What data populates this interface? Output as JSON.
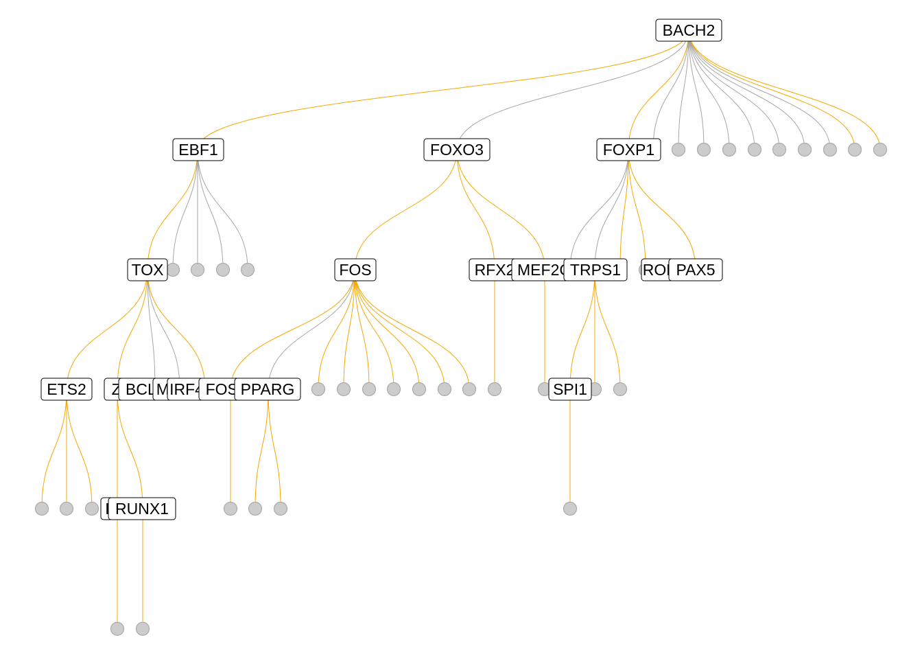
{
  "colors": {
    "edge_regulation": "#f5a800",
    "edge_other": "#a6a6a6",
    "node_fill": "#cccccc",
    "node_stroke": "#aaaaaa"
  },
  "nodes": [
    {
      "id": "BACH2",
      "label": "BACH2"
    },
    {
      "id": "EBF1",
      "label": "EBF1"
    },
    {
      "id": "FOXO3",
      "label": "FOXO3"
    },
    {
      "id": "FOXP1",
      "label": "FOXP1"
    },
    {
      "id": "b1"
    },
    {
      "id": "b2"
    },
    {
      "id": "b3"
    },
    {
      "id": "b4"
    },
    {
      "id": "b5"
    },
    {
      "id": "b6"
    },
    {
      "id": "b7"
    },
    {
      "id": "b8"
    },
    {
      "id": "b9"
    },
    {
      "id": "b10"
    },
    {
      "id": "TOX",
      "label": "TOX"
    },
    {
      "id": "e1"
    },
    {
      "id": "e2"
    },
    {
      "id": "e3"
    },
    {
      "id": "e4"
    },
    {
      "id": "FOS",
      "label": "FOS"
    },
    {
      "id": "RFX2",
      "label": "RFX2"
    },
    {
      "id": "MEF2C",
      "label": "MEF2C"
    },
    {
      "id": "p1"
    },
    {
      "id": "TRPS1",
      "label": "TRPS1"
    },
    {
      "id": "p2"
    },
    {
      "id": "RORA",
      "label": "RORA"
    },
    {
      "id": "PAX5",
      "label": "PAX5"
    },
    {
      "id": "ETS2",
      "label": "ETS2"
    },
    {
      "id": "ZBTB",
      "label": "ZBTB"
    },
    {
      "id": "BCL11A",
      "label": "BCL11A"
    },
    {
      "id": "MAF",
      "label": "MAF"
    },
    {
      "id": "IRF4",
      "label": "IRF4"
    },
    {
      "id": "FOSL2",
      "label": "FOSL2"
    },
    {
      "id": "PPARG",
      "label": "PPARG"
    },
    {
      "id": "f1"
    },
    {
      "id": "f2"
    },
    {
      "id": "f3"
    },
    {
      "id": "f4"
    },
    {
      "id": "f5"
    },
    {
      "id": "f6"
    },
    {
      "id": "f7"
    },
    {
      "id": "r1"
    },
    {
      "id": "m1"
    },
    {
      "id": "SPI1",
      "label": "SPI1"
    },
    {
      "id": "t2"
    },
    {
      "id": "t3"
    },
    {
      "id": "s1"
    },
    {
      "id": "s2"
    },
    {
      "id": "s3"
    },
    {
      "id": "ID2",
      "label": "ID2"
    },
    {
      "id": "RUNX1",
      "label": "RUNX1"
    },
    {
      "id": "fl1"
    },
    {
      "id": "pp1"
    },
    {
      "id": "pp2"
    },
    {
      "id": "sp1"
    },
    {
      "id": "z1"
    },
    {
      "id": "z2"
    }
  ],
  "edges": [
    {
      "from": "BACH2",
      "to": "EBF1",
      "type": "regulation"
    },
    {
      "from": "BACH2",
      "to": "FOXO3",
      "type": "other"
    },
    {
      "from": "BACH2",
      "to": "FOXP1",
      "type": "regulation"
    },
    {
      "from": "BACH2",
      "to": "b1",
      "type": "other"
    },
    {
      "from": "BACH2",
      "to": "b2",
      "type": "other"
    },
    {
      "from": "BACH2",
      "to": "b3",
      "type": "other"
    },
    {
      "from": "BACH2",
      "to": "b4",
      "type": "other"
    },
    {
      "from": "BACH2",
      "to": "b5",
      "type": "other"
    },
    {
      "from": "BACH2",
      "to": "b6",
      "type": "other"
    },
    {
      "from": "BACH2",
      "to": "b7",
      "type": "other"
    },
    {
      "from": "BACH2",
      "to": "b8",
      "type": "other"
    },
    {
      "from": "BACH2",
      "to": "b9",
      "type": "regulation"
    },
    {
      "from": "BACH2",
      "to": "b10",
      "type": "regulation"
    },
    {
      "from": "EBF1",
      "to": "TOX",
      "type": "regulation"
    },
    {
      "from": "EBF1",
      "to": "e1",
      "type": "other"
    },
    {
      "from": "EBF1",
      "to": "e2",
      "type": "other"
    },
    {
      "from": "EBF1",
      "to": "e3",
      "type": "other"
    },
    {
      "from": "EBF1",
      "to": "e4",
      "type": "other"
    },
    {
      "from": "FOXO3",
      "to": "FOS",
      "type": "regulation"
    },
    {
      "from": "FOXO3",
      "to": "RFX2",
      "type": "regulation"
    },
    {
      "from": "FOXO3",
      "to": "MEF2C",
      "type": "regulation"
    },
    {
      "from": "FOXP1",
      "to": "p1",
      "type": "other"
    },
    {
      "from": "FOXP1",
      "to": "TRPS1",
      "type": "other"
    },
    {
      "from": "FOXP1",
      "to": "p2",
      "type": "regulation"
    },
    {
      "from": "FOXP1",
      "to": "RORA",
      "type": "regulation"
    },
    {
      "from": "FOXP1",
      "to": "PAX5",
      "type": "regulation"
    },
    {
      "from": "TOX",
      "to": "ETS2",
      "type": "regulation"
    },
    {
      "from": "TOX",
      "to": "ZBTB",
      "type": "regulation"
    },
    {
      "from": "TOX",
      "to": "BCL11A",
      "type": "other"
    },
    {
      "from": "TOX",
      "to": "MAF",
      "type": "other"
    },
    {
      "from": "TOX",
      "to": "IRF4",
      "type": "regulation"
    },
    {
      "from": "FOS",
      "to": "FOSL2",
      "type": "regulation"
    },
    {
      "from": "FOS",
      "to": "PPARG",
      "type": "other"
    },
    {
      "from": "FOS",
      "to": "f1",
      "type": "regulation"
    },
    {
      "from": "FOS",
      "to": "f2",
      "type": "regulation"
    },
    {
      "from": "FOS",
      "to": "f3",
      "type": "regulation"
    },
    {
      "from": "FOS",
      "to": "f4",
      "type": "regulation"
    },
    {
      "from": "FOS",
      "to": "f5",
      "type": "regulation"
    },
    {
      "from": "FOS",
      "to": "f6",
      "type": "regulation"
    },
    {
      "from": "FOS",
      "to": "f7",
      "type": "regulation"
    },
    {
      "from": "RFX2",
      "to": "r1",
      "type": "regulation"
    },
    {
      "from": "MEF2C",
      "to": "m1",
      "type": "regulation"
    },
    {
      "from": "TRPS1",
      "to": "SPI1",
      "type": "regulation"
    },
    {
      "from": "TRPS1",
      "to": "t2",
      "type": "regulation"
    },
    {
      "from": "TRPS1",
      "to": "t3",
      "type": "regulation"
    },
    {
      "from": "ETS2",
      "to": "s1",
      "type": "regulation"
    },
    {
      "from": "ETS2",
      "to": "s2",
      "type": "regulation"
    },
    {
      "from": "ETS2",
      "to": "s3",
      "type": "regulation"
    },
    {
      "from": "ZBTB",
      "to": "ID2",
      "type": "regulation"
    },
    {
      "from": "ZBTB",
      "to": "RUNX1",
      "type": "regulation"
    },
    {
      "from": "FOSL2",
      "to": "fl1",
      "type": "regulation"
    },
    {
      "from": "PPARG",
      "to": "pp1",
      "type": "regulation"
    },
    {
      "from": "PPARG",
      "to": "pp2",
      "type": "regulation"
    },
    {
      "from": "SPI1",
      "to": "sp1",
      "type": "regulation"
    },
    {
      "from": "ID2",
      "to": "z1",
      "type": "regulation"
    },
    {
      "from": "RUNX1",
      "to": "z2",
      "type": "regulation"
    }
  ]
}
